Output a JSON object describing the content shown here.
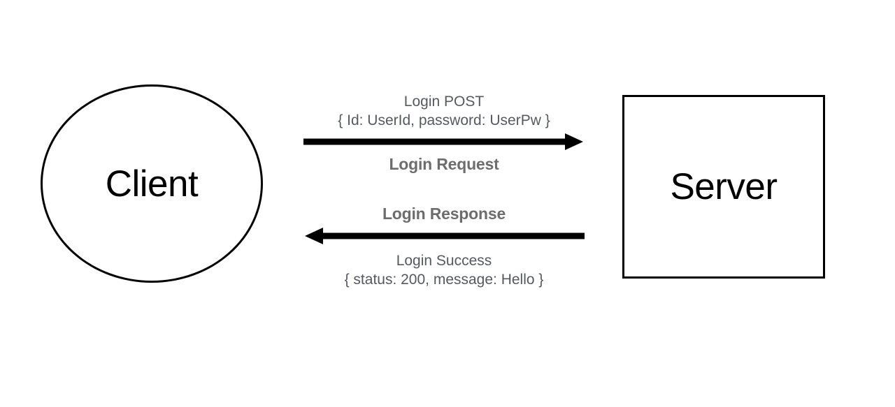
{
  "diagram": {
    "type": "sequence",
    "background_color": "#ffffff",
    "nodes": [
      {
        "id": "client",
        "label": "Client",
        "shape": "circle",
        "text_color": "#000000",
        "stroke_color": "#000000"
      },
      {
        "id": "server",
        "label": "Server",
        "shape": "square",
        "text_color": "#000000",
        "stroke_color": "#000000"
      }
    ],
    "messages": [
      {
        "id": "login-request",
        "direction": "client-to-server",
        "arrow_glyph": "right-arrow",
        "above_line_1": "Login POST",
        "above_line_2": "{ Id: UserId, password: UserPw }",
        "below_line_1": "Login Request",
        "caption_color": "#555a5e",
        "emphasis_color": "#6d6d6d",
        "arrow_color": "#000000"
      },
      {
        "id": "login-response",
        "direction": "server-to-client",
        "arrow_glyph": "left-arrow",
        "above_line_1": "Login Response",
        "below_line_1": "Login Success",
        "below_line_2": "{ status: 200, message: Hello }",
        "caption_color": "#555a5e",
        "emphasis_color": "#6d6d6d",
        "arrow_color": "#000000"
      }
    ]
  }
}
